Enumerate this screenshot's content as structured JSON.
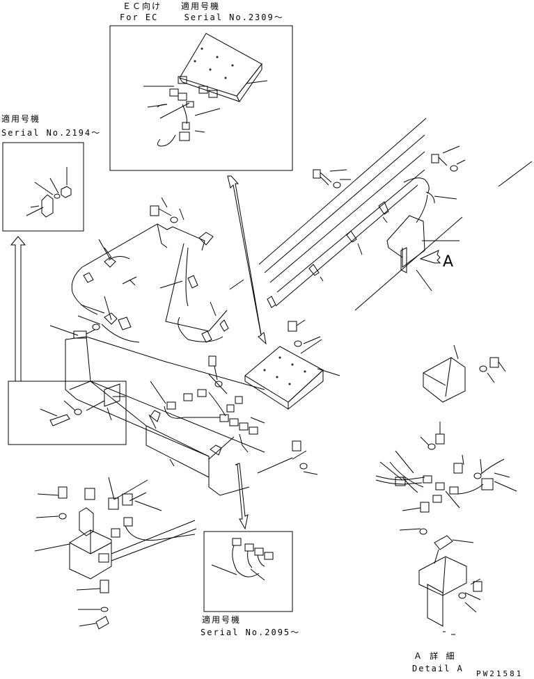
{
  "callout_ec": {
    "line1": "ＥＣ向け　　適用号機",
    "line2": "For EC　　 Serial No.2309～"
  },
  "callout_2194": {
    "line1": "適用号機",
    "line2": "Serial No.2194～"
  },
  "callout_2095": {
    "line1": "適用号機",
    "line2": "Serial No.2095～"
  },
  "view_arrow_label": "A",
  "detail": {
    "jp": "Ａ 詳 細",
    "en": "Detail A"
  },
  "drawing_number": "PW21581"
}
